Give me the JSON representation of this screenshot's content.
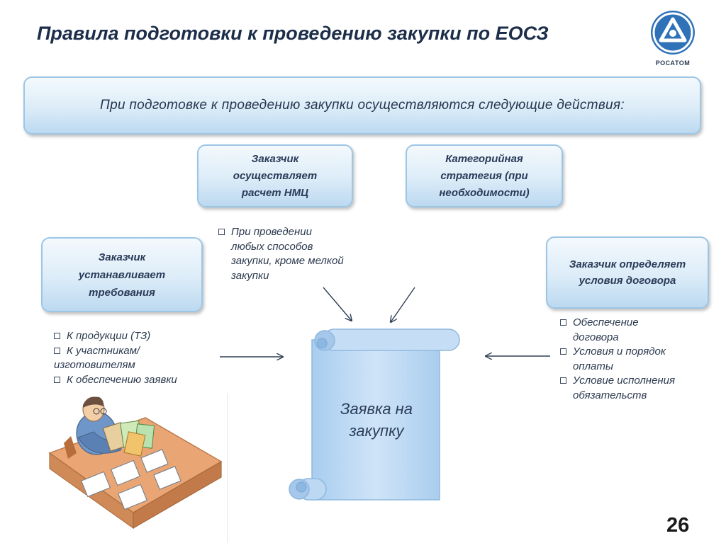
{
  "header": {
    "title": "Правила подготовки к проведению закупки по ЕОСЗ",
    "logo_text": "РОСАТОМ"
  },
  "banner": {
    "text": "При подготовке к проведению закупки осуществляются следующие действия:"
  },
  "boxes": [
    {
      "lines": [
        "Заказчик",
        "осуществляет",
        "расчет НМЦ"
      ]
    },
    {
      "lines": [
        "Категорийная",
        "стратегия (при",
        "необходимости)"
      ]
    },
    {
      "lines": [
        "Заказчик",
        "устанавливает",
        "требования"
      ]
    },
    {
      "lines": [
        "Заказчик определяет",
        "условия договора"
      ]
    }
  ],
  "notes": {
    "nmc": {
      "lines": [
        "При проведении",
        "любых способов",
        "закупки, кроме мелкой",
        "закупки"
      ]
    },
    "requirements": {
      "items": [
        {
          "lines": [
            "К продукции (ТЗ)"
          ]
        },
        {
          "lines": [
            "К участникам/",
            "изготовителям"
          ]
        },
        {
          "lines": [
            "К обеспечению заявки"
          ]
        }
      ]
    },
    "contract": {
      "items": [
        {
          "lines": [
            "Обеспечение",
            "договора"
          ]
        },
        {
          "lines": [
            "Условия и порядок",
            "оплаты"
          ]
        },
        {
          "lines": [
            "Условие исполнения",
            "обязательств"
          ]
        }
      ]
    }
  },
  "scroll": {
    "lines": [
      "Заявка на",
      "закупку"
    ]
  },
  "footer": {
    "page_number": "26"
  },
  "colors": {
    "box_border": "#9cc6e6",
    "box_fill": "#dcecf8",
    "scroll_fill": "#bcd9f4",
    "arrow": "#2f3f55"
  }
}
